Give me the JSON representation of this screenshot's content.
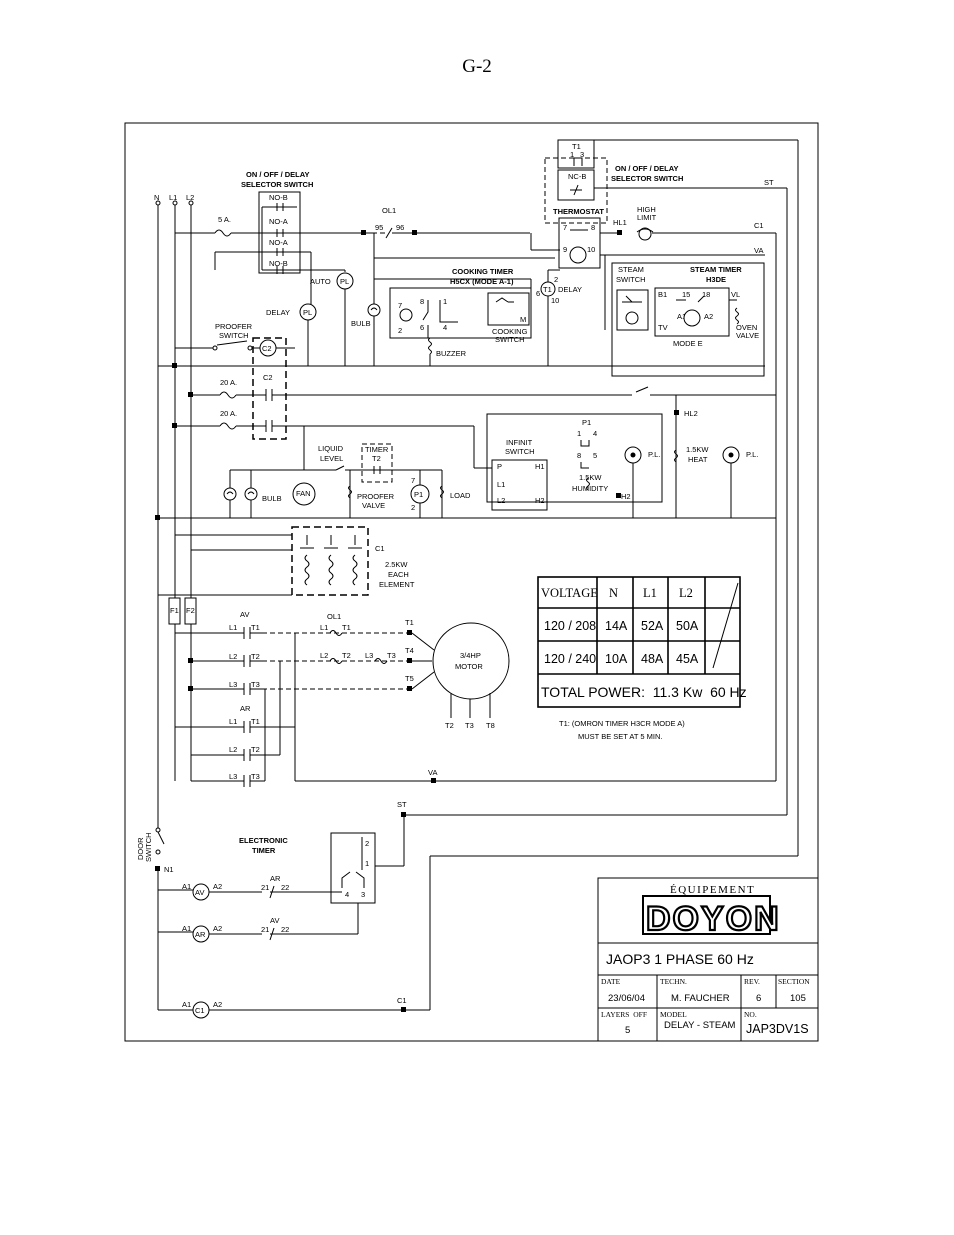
{
  "page": {
    "number": "G-2"
  },
  "labels": {
    "n": "N",
    "l1": "L1",
    "l2": "L2",
    "sel1_title_1": "ON / OFF / DELAY",
    "sel1_title_2": "SELECTOR SWITCH",
    "sel2_title_1": "ON / OFF / DELAY",
    "sel2_title_2": "SELECTOR SWITCH",
    "nob_top": "NO-B",
    "noa_1": "NO-A",
    "noa_2": "NO-A",
    "nob_bot": "NO-B",
    "fuse_5a": "5 A.",
    "ol1_top": "OL1",
    "term_95": "95",
    "term_96": "96",
    "t1_box": "T1",
    "t1_1": "1",
    "t1_3": "3",
    "ncb": "NC-B",
    "thermostat": "THERMOSTAT",
    "th_7": "7",
    "th_8": "8",
    "th_9": "9",
    "th_10": "10",
    "hl1": "HL1",
    "high_1": "HIGH",
    "high_2": "LIMIT",
    "st_top": "ST",
    "c1_right": "C1",
    "va_right": "VA",
    "auto": "AUTO",
    "pl_auto": "PL",
    "delay_pl": "DELAY",
    "pl_delay": "PL",
    "bulb_1": "BULB",
    "cook_1": "COOKING TIMER",
    "cook_2": "H5CX (MODE A-1)",
    "ct_7": "7",
    "ct_8": "8",
    "ct_2": "2",
    "ct_6": "6",
    "ct_1": "1",
    "ct_4": "4",
    "ct_m": "M",
    "csw_1": "COOKING",
    "csw_2": "SWITCH",
    "buzzer": "BUZZER",
    "t1_delay_2": "2",
    "t1_delay_6": "6",
    "t1_delay_10": "10",
    "t1_coil": "T1",
    "delay_txt": "DELAY",
    "steam_sw_1": "STEAM",
    "steam_sw_2": "SWITCH",
    "steam_tm_1": "STEAM TIMER",
    "steam_tm_2": "H3DE",
    "b1": "B1",
    "s15": "15",
    "s18": "18",
    "vl": "VL",
    "a1s": "A1",
    "a2s": "A2",
    "tv": "TV",
    "mode_e": "MODE E",
    "ov_1": "OVEN",
    "ov_2": "VALVE",
    "proofer_1": "PROOFER",
    "proofer_2": "SWITCH",
    "c2_coil": "C2",
    "f20a_1": "20 A.",
    "f20a_2": "20 A.",
    "c2_label": "C2",
    "hl2": "HL2",
    "p1_top": "P1",
    "p1_1": "1",
    "p1_4": "4",
    "p1_8": "8",
    "p1_5": "5",
    "inf_1": "INFINIT",
    "inf_2": "SWITCH",
    "inf_p": "P",
    "inf_l1": "L1",
    "inf_l2": "L2",
    "inf_h1": "H1",
    "inf_h2": "H2",
    "hum_1": "1.5KW",
    "hum_2": "HUMIDITY",
    "pl_mid": "P.L.",
    "heat_1": "1.5KW",
    "heat_2": "HEAT",
    "pl_right": "P.L.",
    "h2": "H2",
    "liq_1": "LIQUID",
    "liq_2": "LEVEL",
    "timer_1": "TIMER",
    "timer_2": "T2",
    "fan": "FAN",
    "bulb_2": "BULB",
    "pv_1": "PROOFER",
    "pv_2": "VALVE",
    "p1_coil": "P1",
    "p1c_7": "7",
    "p1c_2": "2",
    "load": "LOAD",
    "c1_box": "C1",
    "el_1": "2.5KW",
    "el_2": "EACH",
    "el_3": "ELEMENT",
    "f1": "F1",
    "f2": "F2",
    "av": "AV",
    "ol1_mid": "OL1",
    "m_l1a": "L1",
    "m_t1a": "T1",
    "m_l2a": "L2",
    "m_t2a": "T2",
    "m_l3a": "L3",
    "m_t3a": "T3",
    "ol_l1": "L1",
    "ol_t1": "T1",
    "ol_l2": "L2",
    "ol_t2": "T2",
    "ol_l3": "L3",
    "ol_t3": "T3",
    "mt1": "T1",
    "mt4": "T4",
    "mt5": "T5",
    "motor_1": "3/4HP",
    "motor_2": "MOTOR",
    "mt2": "T2",
    "mt3": "T3",
    "mt8": "T8",
    "ar": "AR",
    "m_l1b": "L1",
    "m_t1b": "T1",
    "m_l2b": "L2",
    "m_t2b": "T2",
    "m_l3b": "L3",
    "m_t3b": "T3",
    "va_bot": "VA",
    "st_bot": "ST",
    "door_1": "DOOR",
    "door_2": "SWITCH",
    "n1": "N1",
    "et_1": "ELECTRONIC",
    "et_2": "TIMER",
    "et_2n": "2",
    "et_1n": "1",
    "et_4": "4",
    "et_3": "3",
    "av_a1": "A1",
    "av_coil": "AV",
    "av_a2": "A2",
    "ar_top": "AR",
    "ar_21": "21",
    "ar_22": "22",
    "ar_a1": "A1",
    "ar_coil": "AR",
    "ar_a2": "A2",
    "av_top": "AV",
    "av_21": "21",
    "av_22": "22",
    "c1_a1": "A1",
    "c1_coil": "C1",
    "c1_a2": "A2",
    "c1_bot": "C1"
  },
  "voltage_table": {
    "headers": [
      "VOLTAGE",
      "N",
      "L1",
      "L2"
    ],
    "rows": [
      [
        "120 / 208",
        "14A",
        "52A",
        "50A"
      ],
      [
        "120 / 240",
        "10A",
        "48A",
        "45A"
      ]
    ],
    "total_power": "TOTAL POWER:  11.3 Kw  60 Hz"
  },
  "note": {
    "line1": "T1: (OMRON TIMER H3CR MODE A)",
    "line2": "MUST BE SET AT 5 MIN."
  },
  "title_block": {
    "company_small": "ÉQUIPEMENT",
    "company": "DOYON",
    "title": "JAOP3 1 PHASE 60 Hz",
    "date_label": "DATE",
    "date": "23/06/04",
    "techn_label": "TECHN.",
    "techn": "M. FAUCHER",
    "rev_label": "REV.",
    "rev": "6",
    "section_label": "SECTION",
    "section": "105",
    "layers_label": "LAYERS  OFF",
    "layers": "5",
    "model_label": "MODEL",
    "model": "DELAY - STEAM",
    "no_label": "NO.",
    "no": "JAP3DV1S"
  }
}
